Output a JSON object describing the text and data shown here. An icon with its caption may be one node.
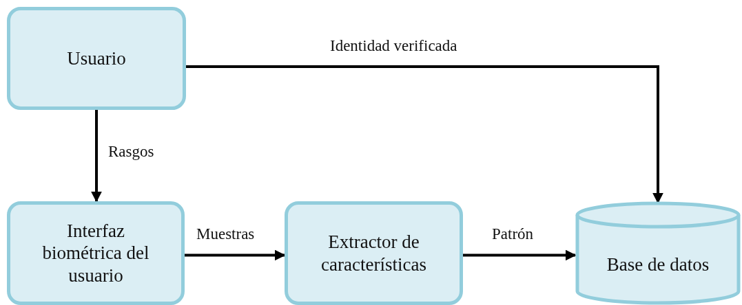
{
  "diagram": {
    "nodes": [
      {
        "text": [
          "Usuario"
        ]
      },
      {
        "text": [
          "Interfaz biométrica del usuario"
        ]
      },
      {
        "text": [
          "Extractor de características"
        ]
      },
      {
        "text": [
          "Base de datos"
        ]
      }
    ],
    "edges": [
      {
        "from": 0,
        "to": 1,
        "arrow": "to",
        "label": "Rasgos"
      },
      {
        "from": 1,
        "to": 2,
        "arrow": "to",
        "label": "Muestras"
      },
      {
        "from": 2,
        "to": 3,
        "arrow": "to",
        "label": "Patrón"
      },
      {
        "from": 0,
        "to": 3,
        "arrow": "to",
        "label": "Identidad verificada"
      }
    ]
  }
}
